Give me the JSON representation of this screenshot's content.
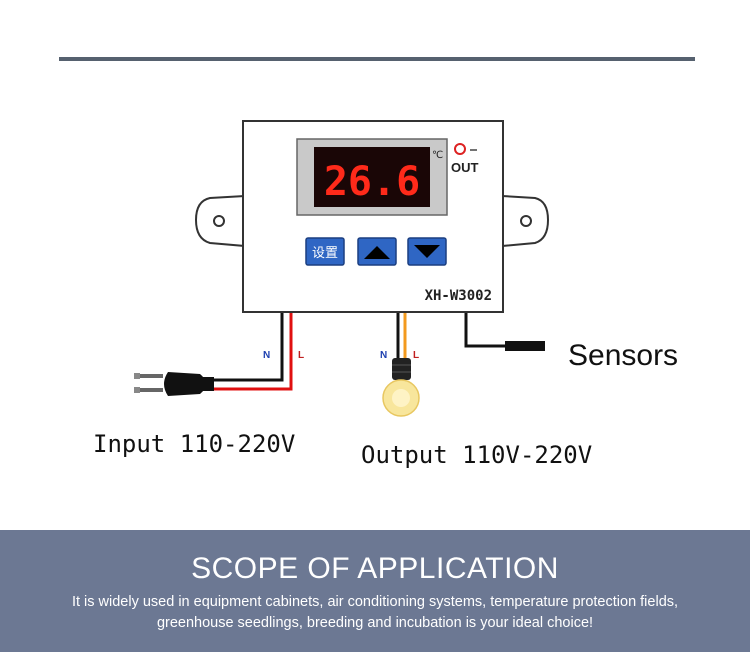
{
  "device": {
    "display_value": "26.6",
    "unit": "℃",
    "out_label": "OUT",
    "set_button_label": "设置",
    "model": "XH-W3002"
  },
  "wiring": {
    "input": {
      "n_label": "N",
      "l_label": "L",
      "caption": "Input 110-220V"
    },
    "output": {
      "n_label": "N",
      "l_label": "L",
      "caption": "Output 110V-220V"
    },
    "sensor": {
      "caption": "Sensors"
    }
  },
  "banner": {
    "title": "SCOPE OF APPLICATION",
    "line1": "It is widely used in equipment cabinets, air conditioning systems, temperature protection fields,",
    "line2": "greenhouse seedlings, breeding and incubation is your ideal choice!"
  },
  "colors": {
    "banner_bg": "#6c7893",
    "rule": "#56616f",
    "display_red": "#ff2a1a",
    "button_blue": "#2f66c4",
    "wire_red": "#e01010",
    "wire_orange": "#f39a1e"
  }
}
